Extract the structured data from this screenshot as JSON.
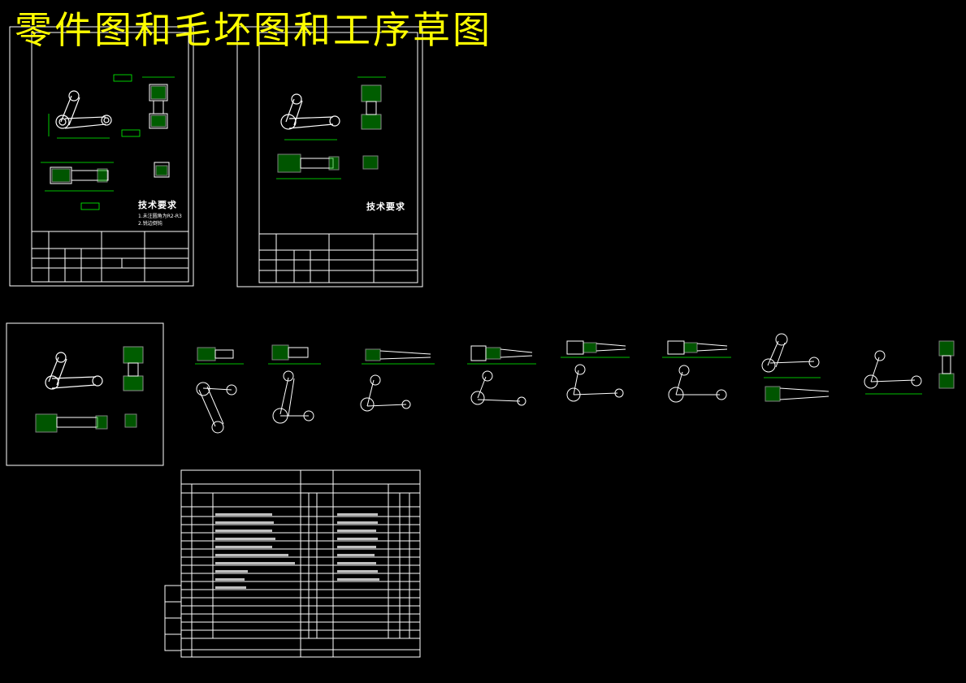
{
  "title": "零件图和毛坯图和工序草图",
  "sheet1": {
    "tech_heading": "技术要求",
    "tech_notes": [
      "1.未注圆角为R2-R3",
      "2.锐边倒钝"
    ]
  },
  "sheet2": {
    "tech_heading": "技术要求"
  },
  "colors": {
    "background": "#000000",
    "title": "#ffff00",
    "lines": "#ffffff",
    "dimensions": "#00ff00",
    "hatch": "#00cc00",
    "section": "#ff3b3b",
    "center": "#00ffff"
  }
}
